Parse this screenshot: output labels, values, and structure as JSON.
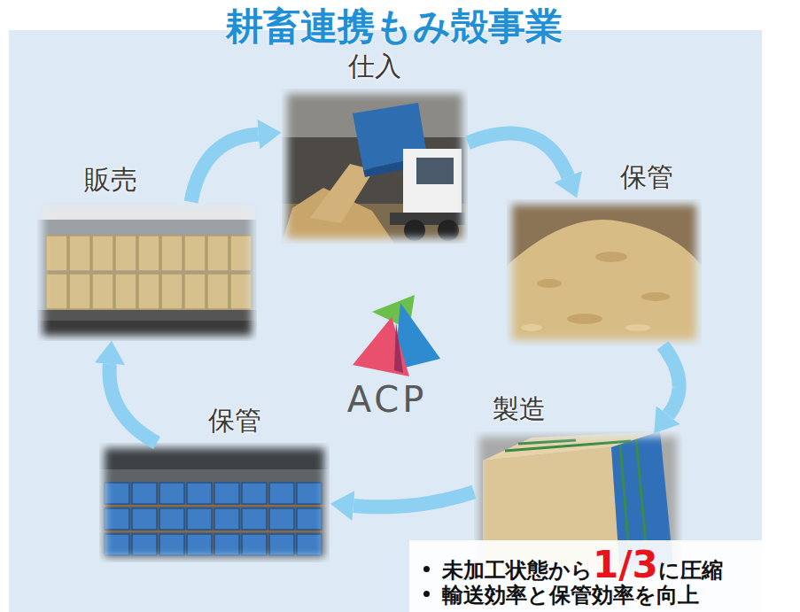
{
  "diagram": {
    "title": "耕畜連携もみ殻事業",
    "nodes": [
      {
        "text": [
          "仕入"
        ]
      },
      {
        "text": [
          "保管"
        ]
      },
      {
        "text": [
          "製造"
        ]
      },
      {
        "text": [
          "保管"
        ]
      },
      {
        "text": [
          "販売"
        ]
      },
      {
        "text": [
          "未加工状態から",
          "1/3",
          "に圧縮",
          "輸送効率と保管効率を向上"
        ]
      }
    ],
    "edges": [
      {
        "from": 0,
        "to": 1,
        "arrow": "to"
      },
      {
        "from": 1,
        "to": 2,
        "arrow": "to"
      },
      {
        "from": 2,
        "to": 3,
        "arrow": "to"
      },
      {
        "from": 3,
        "to": 4,
        "arrow": "to"
      },
      {
        "from": 4,
        "to": 0,
        "arrow": "to"
      }
    ],
    "labels": [
      "ACP"
    ]
  }
}
